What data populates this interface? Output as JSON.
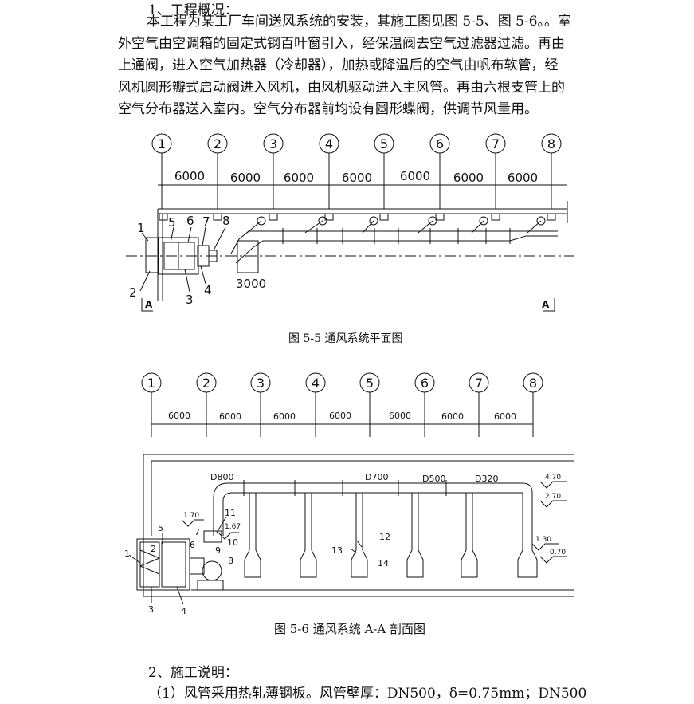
{
  "doc": {
    "heading1": "1、工程概况：",
    "para_lines": [
      "本工程为某工厂车间送风系统的安装，其施工图见图 5-5、图 5-6。。室",
      "外空气由空调箱的固定式钢百叶窗引入，经保温阀去空气过滤器过滤。再由",
      "上通阀，进入空气加热器（冷却器），加热或降温后的空气由帆布软管，经",
      "风机圆形瓣式启动阀进入风机，由风机驱动进入主风管。再由六根支管上的",
      "空气分布器送入室内。空气分布器前均设有圆形蝶阀，供调节风量用。"
    ],
    "caption1": "图 5-5 通风系统平面图",
    "caption2": "图 5-6 通风系统 A-A 剖面图",
    "heading2": "2、施工说明：",
    "item1": "（1）风管采用热轧薄钢板。风管壁厚：DN500，δ=0.75mm；DN500"
  },
  "plan": {
    "axes": [
      "1",
      "2",
      "3",
      "4",
      "5",
      "6",
      "7",
      "8"
    ],
    "spans": [
      "6000",
      "6000",
      "6000",
      "6000",
      "6000",
      "6000",
      "6000"
    ],
    "parts": [
      "1",
      "2",
      "3",
      "4",
      "5",
      "6",
      "7",
      "8"
    ],
    "dim_3000": "3000",
    "section_mark": "A"
  },
  "section": {
    "axes": [
      "1",
      "2",
      "3",
      "4",
      "5",
      "6",
      "7",
      "8"
    ],
    "spans": [
      "6000",
      "6000",
      "6000",
      "6000",
      "6000",
      "6000",
      "6000"
    ],
    "diameters": [
      "D800",
      "D700",
      "D500",
      "D320"
    ],
    "elevations": [
      "4.70",
      "2.70",
      "1.70",
      "1.67",
      "1.30",
      "0.70"
    ],
    "parts": [
      "1",
      "2",
      "3",
      "4",
      "5",
      "6",
      "7",
      "8",
      "9",
      "10",
      "11",
      "12",
      "13",
      "14"
    ]
  }
}
